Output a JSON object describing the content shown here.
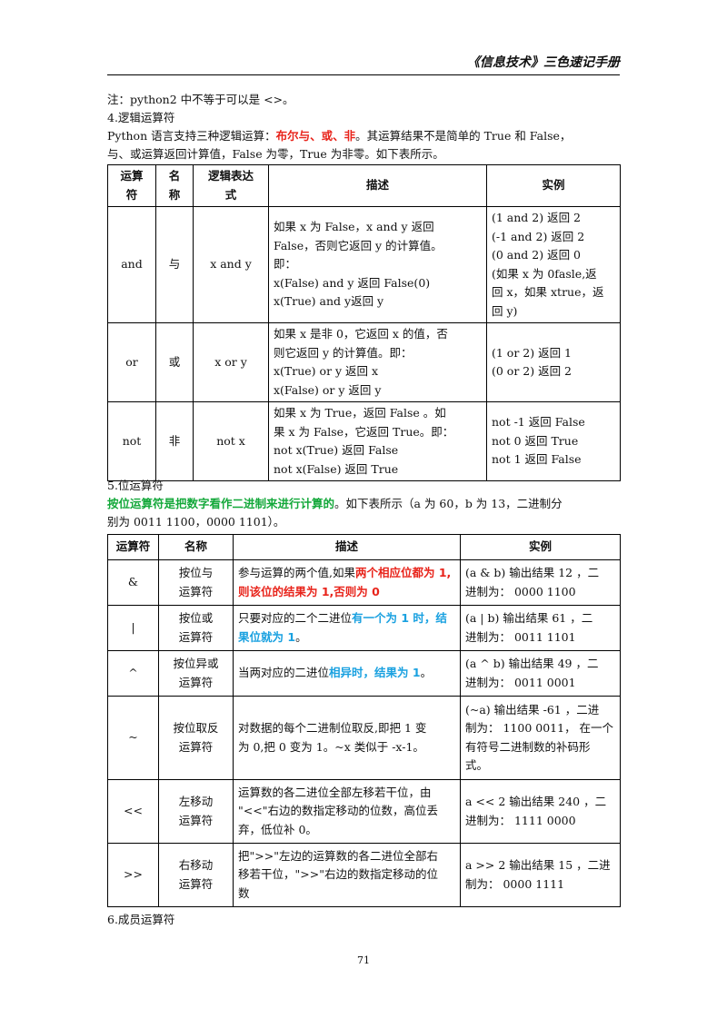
{
  "header": "《信息技术》三色速记手册",
  "note": "注：python2 中不等于可以是 <>。",
  "section4": {
    "title": "4.逻辑运算符",
    "intro_a": "Python 语言支持三种逻辑运算：",
    "intro_highlight": "布尔与、或、非",
    "intro_b": "。其运算结果不是简单的 True 和 False，",
    "intro_line2": "与、或运算返回计算值，False 为零，True 为非零。如下表所示。",
    "table": {
      "headers": [
        "运算\n符",
        "名\n称",
        "逻辑表达\n式",
        "描述",
        "实例"
      ],
      "rows": [
        {
          "op": "and",
          "name": "与",
          "expr": "x and y",
          "desc": "如果 x 为 False，x and y 返回\nFalse，否则它返回 y 的计算值。\n即：\nx(False) and y 返回 False(0)\nx(True) and y返回 y",
          "example": "(1 and 2)  返回 2\n(-1 and 2)  返回 2\n (0 and 2)  返回 0\n(如果 x 为 0fasle,返\n回 x，如果 xtrue，返\n回 y)"
        },
        {
          "op": "or",
          "name": "或",
          "expr": "x or y",
          "desc": "如果 x 是非 0，它返回 x 的值，否\n则它返回 y 的计算值。即：\nx(True) or y 返回 x\nx(False) or y 返回 y",
          "example": "(1 or 2)  返回 1\n(0 or 2)  返回 2"
        },
        {
          "op": "not",
          "name": "非",
          "expr": "not x",
          "desc": "如果 x 为 True，返回 False 。如\n果 x 为 False，它返回 True。即：\nnot x(True) 返回 False\nnot x(False) 返回 True",
          "example": "not -1 返回 False\nnot 0 返回 True\nnot 1 返回 False"
        }
      ]
    }
  },
  "section5": {
    "title": "5.位运算符",
    "intro_highlight": "按位运算符是把数字看作二进制来进行计算的",
    "intro_b": "。如下表所示（a 为 60，b 为 13，二进制分",
    "intro_line2": "别为 0011 1100，0000 1101）。",
    "table": {
      "headers": [
        "运算符",
        "名称",
        "描述",
        "实例"
      ],
      "rows": [
        {
          "op": "&",
          "name": "按位与\n运算符",
          "desc_a": "参与运算的两个值,如果",
          "desc_hl": "两个相应位都为 1,则该位的结果为 1,否则为 0",
          "desc_b": "",
          "example": "(a & b) 输出结果 12 ，二\n进制为： 0000 1100"
        },
        {
          "op": "|",
          "name": "按位或\n运算符",
          "desc_a": "只要对应的二个二进位",
          "desc_hl": "有一个为 1 时，结果位就为 1",
          "desc_b": "。",
          "example": "(a | b) 输出结果 61 ，二\n进制为： 0011 1101"
        },
        {
          "op": "^",
          "name": "按位异或\n运算符",
          "desc_a": "当两对应的二进位",
          "desc_hl": "相异时，结果为 1",
          "desc_b": "。",
          "example": "(a ^ b) 输出结果 49 ，二\n进制为： 0011 0001"
        },
        {
          "op": "~",
          "name": "按位取反\n运算符",
          "desc_a": "对数据的每个二进制位取反,即把 1 变\n为 0,把 0 变为 1。~x 类似于  -x-1。",
          "desc_hl": "",
          "desc_b": "",
          "example": "(~a) 输出结果 -61 ，二进\n制为： 1100 0011， 在一个\n有符号二进制数的补码形\n式。"
        },
        {
          "op": "<<",
          "name": "左移动\n运算符",
          "desc_a": "运算数的各二进位全部左移若干位，由\n\"<<\"右边的数指定移动的位数，高位丢\n弃，低位补 0。",
          "desc_hl": "",
          "desc_b": "",
          "example": "a << 2 输出结果 240 ，二\n进制为： 1111 0000"
        },
        {
          "op": ">>",
          "name": "右移动\n运算符",
          "desc_a": "把\">>\"左边的运算数的各二进位全部右\n移若干位，\">>\"右边的数指定移动的位\n数",
          "desc_hl": "",
          "desc_b": "",
          "example": "a >> 2 输出结果 15 ，二进\n制为： 0000 1111"
        }
      ]
    }
  },
  "section6": {
    "title": "6.成员运算符"
  },
  "page_number": "71",
  "colors": {
    "red": "#e8241b",
    "green": "#13a83a",
    "blue": "#1aa1e0"
  }
}
